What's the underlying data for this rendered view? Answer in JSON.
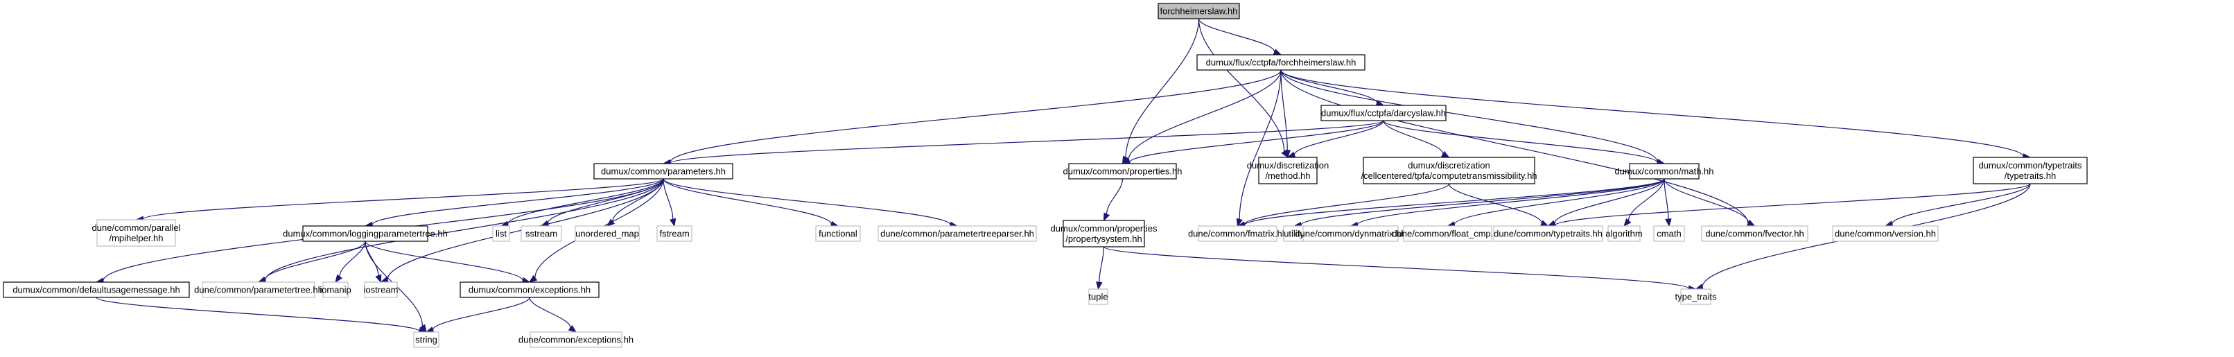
{
  "title": "forchheimerslaw.hh",
  "colors": {
    "edge": "#191970",
    "root_fill": "#bfbfbf",
    "doc_border": "#000000",
    "ext_border": "#bfbfbf"
  },
  "nodes": [
    {
      "id": "root",
      "lines": [
        "forchheimerslaw.hh"
      ],
      "kind": "root"
    },
    {
      "id": "forch",
      "lines": [
        "dumux/flux/cctpfa/forchheimerslaw.hh"
      ],
      "kind": "doc"
    },
    {
      "id": "params",
      "lines": [
        "dumux/common/parameters.hh"
      ],
      "kind": "doc"
    },
    {
      "id": "props",
      "lines": [
        "dumux/common/properties.hh"
      ],
      "kind": "doc"
    },
    {
      "id": "darcy",
      "lines": [
        "dumux/flux/cctpfa/darcyslaw.hh"
      ],
      "kind": "doc"
    },
    {
      "id": "method",
      "lines": [
        "dumux/discretization",
        "/method.hh"
      ],
      "kind": "doc"
    },
    {
      "id": "ctrans",
      "lines": [
        "dumux/discretization",
        "/cellcentered/tpfa/computetransmissibility.hh"
      ],
      "kind": "doc"
    },
    {
      "id": "math",
      "lines": [
        "dumux/common/math.hh"
      ],
      "kind": "doc"
    },
    {
      "id": "ttraits",
      "lines": [
        "dumux/common/typetraits",
        "/typetraits.hh"
      ],
      "kind": "doc"
    },
    {
      "id": "mpihelper",
      "lines": [
        "dune/common/parallel",
        "/mpihelper.hh"
      ],
      "kind": "ext"
    },
    {
      "id": "logging",
      "lines": [
        "dumux/common/loggingparametertree.hh"
      ],
      "kind": "doc"
    },
    {
      "id": "list",
      "lines": [
        "list"
      ],
      "kind": "ext"
    },
    {
      "id": "sstream",
      "lines": [
        "sstream"
      ],
      "kind": "ext"
    },
    {
      "id": "umap",
      "lines": [
        "unordered_map"
      ],
      "kind": "ext"
    },
    {
      "id": "fstream",
      "lines": [
        "fstream"
      ],
      "kind": "ext"
    },
    {
      "id": "functional",
      "lines": [
        "functional"
      ],
      "kind": "ext"
    },
    {
      "id": "ptparser",
      "lines": [
        "dune/common/parametertreeparser.hh"
      ],
      "kind": "ext"
    },
    {
      "id": "propsys",
      "lines": [
        "dumux/common/properties",
        "/propertysystem.hh"
      ],
      "kind": "doc"
    },
    {
      "id": "fmatrix",
      "lines": [
        "dune/common/fmatrix.hh"
      ],
      "kind": "ext"
    },
    {
      "id": "utility",
      "lines": [
        "utility"
      ],
      "kind": "ext"
    },
    {
      "id": "dynmatrix",
      "lines": [
        "dune/common/dynmatrix.hh"
      ],
      "kind": "ext"
    },
    {
      "id": "floatcmp",
      "lines": [
        "dune/common/float_cmp.hh"
      ],
      "kind": "ext"
    },
    {
      "id": "dtypetraits",
      "lines": [
        "dune/common/typetraits.hh"
      ],
      "kind": "ext"
    },
    {
      "id": "algorithm",
      "lines": [
        "algorithm"
      ],
      "kind": "ext"
    },
    {
      "id": "cmath",
      "lines": [
        "cmath"
      ],
      "kind": "ext"
    },
    {
      "id": "fvector",
      "lines": [
        "dune/common/fvector.hh"
      ],
      "kind": "ext"
    },
    {
      "id": "version",
      "lines": [
        "dune/common/version.hh"
      ],
      "kind": "ext"
    },
    {
      "id": "defusage",
      "lines": [
        "dumux/common/defaultusagemessage.hh"
      ],
      "kind": "doc"
    },
    {
      "id": "ptree",
      "lines": [
        "dune/common/parametertree.hh"
      ],
      "kind": "ext"
    },
    {
      "id": "iomanip",
      "lines": [
        "iomanip"
      ],
      "kind": "ext"
    },
    {
      "id": "iostream",
      "lines": [
        "iostream"
      ],
      "kind": "ext"
    },
    {
      "id": "dxexc",
      "lines": [
        "dumux/common/exceptions.hh"
      ],
      "kind": "doc"
    },
    {
      "id": "tuple",
      "lines": [
        "tuple"
      ],
      "kind": "ext"
    },
    {
      "id": "typetraits_std",
      "lines": [
        "type_traits"
      ],
      "kind": "ext"
    },
    {
      "id": "string",
      "lines": [
        "string"
      ],
      "kind": "ext"
    },
    {
      "id": "dnexc",
      "lines": [
        "dune/common/exceptions.hh"
      ],
      "kind": "ext"
    }
  ],
  "edges": [
    [
      "root",
      "forch"
    ],
    [
      "root",
      "props"
    ],
    [
      "root",
      "method"
    ],
    [
      "forch",
      "params"
    ],
    [
      "forch",
      "props"
    ],
    [
      "forch",
      "darcy"
    ],
    [
      "forch",
      "method"
    ],
    [
      "forch",
      "math"
    ],
    [
      "forch",
      "fmatrix"
    ],
    [
      "forch",
      "fvector"
    ],
    [
      "forch",
      "ttraits"
    ],
    [
      "darcy",
      "params"
    ],
    [
      "darcy",
      "props"
    ],
    [
      "darcy",
      "method"
    ],
    [
      "darcy",
      "ctrans"
    ],
    [
      "darcy",
      "math"
    ],
    [
      "params",
      "mpihelper"
    ],
    [
      "params",
      "logging"
    ],
    [
      "params",
      "list"
    ],
    [
      "params",
      "sstream"
    ],
    [
      "params",
      "umap"
    ],
    [
      "params",
      "fstream"
    ],
    [
      "params",
      "functional"
    ],
    [
      "params",
      "ptparser"
    ],
    [
      "params",
      "defusage"
    ],
    [
      "params",
      "ptree"
    ],
    [
      "params",
      "iostream"
    ],
    [
      "params",
      "dxexc"
    ],
    [
      "logging",
      "ptree"
    ],
    [
      "logging",
      "iomanip"
    ],
    [
      "logging",
      "string"
    ],
    [
      "logging",
      "iostream"
    ],
    [
      "logging",
      "dxexc"
    ],
    [
      "defusage",
      "string"
    ],
    [
      "dxexc",
      "string"
    ],
    [
      "dxexc",
      "dnexc"
    ],
    [
      "props",
      "propsys"
    ],
    [
      "propsys",
      "tuple"
    ],
    [
      "propsys",
      "typetraits_std"
    ],
    [
      "ctrans",
      "fmatrix"
    ],
    [
      "ctrans",
      "dtypetraits"
    ],
    [
      "math",
      "fmatrix"
    ],
    [
      "math",
      "utility"
    ],
    [
      "math",
      "dynmatrix"
    ],
    [
      "math",
      "floatcmp"
    ],
    [
      "math",
      "dtypetraits"
    ],
    [
      "math",
      "algorithm"
    ],
    [
      "math",
      "cmath"
    ],
    [
      "math",
      "fvector"
    ],
    [
      "ttraits",
      "dtypetraits"
    ],
    [
      "ttraits",
      "version"
    ],
    [
      "ttraits",
      "typetraits_std"
    ]
  ]
}
